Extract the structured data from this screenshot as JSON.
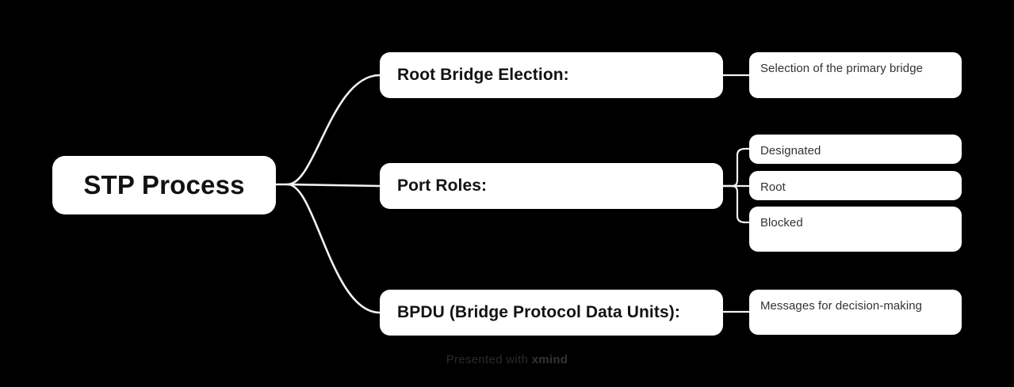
{
  "canvas": {
    "background": "#000000",
    "connector_color": "#f2f2f2",
    "node_fill": "#ffffff"
  },
  "root": {
    "label": "STP Process"
  },
  "branches": [
    {
      "label": "Root Bridge Election:",
      "children": [
        {
          "label": "Selection of the primary bridge"
        }
      ]
    },
    {
      "label": "Port Roles:",
      "children": [
        {
          "label": "Designated"
        },
        {
          "label": "Root"
        },
        {
          "label": "Blocked"
        }
      ]
    },
    {
      "label": "BPDU (Bridge Protocol Data Units):",
      "children": [
        {
          "label": "Messages for decision-making"
        }
      ]
    }
  ],
  "footer": {
    "prefix": "Presented with ",
    "brand": "xmind"
  }
}
